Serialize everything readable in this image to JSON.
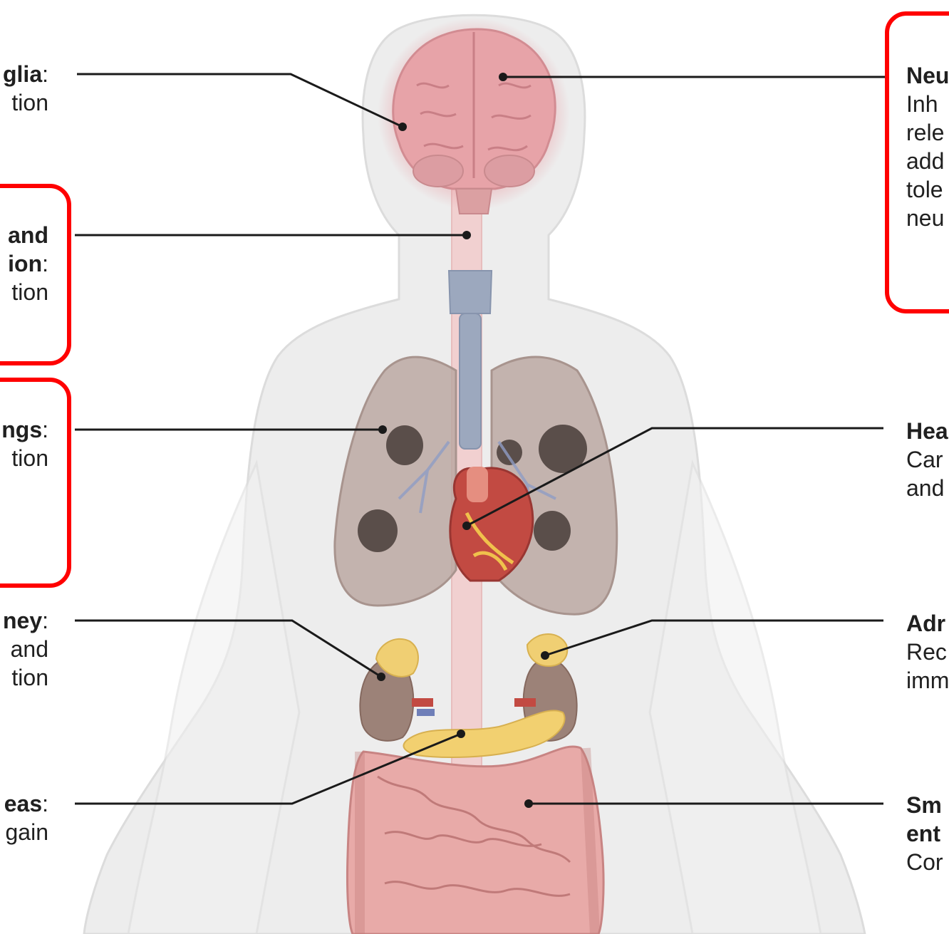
{
  "labels": {
    "ganglia": {
      "title": "glia",
      "colon": ":",
      "lines": [
        "tion"
      ]
    },
    "spinal": {
      "title_lines": [
        "and",
        "ion"
      ],
      "colon": ":",
      "lines": [
        "tion"
      ]
    },
    "lungs": {
      "title": "ngs",
      "colon": ":",
      "lines": [
        "tion"
      ]
    },
    "kidney": {
      "title": "ney",
      "colon": ":",
      "lines": [
        "and",
        "tion"
      ]
    },
    "pancreas": {
      "title": "eas",
      "colon": ":",
      "lines": [
        "gain"
      ]
    },
    "neuro": {
      "title": "Neu",
      "lines": [
        "Inh",
        "rele",
        "add",
        "tole",
        "neu"
      ]
    },
    "heart": {
      "title": "Hea",
      "lines": [
        "Car",
        "and"
      ]
    },
    "adrenal": {
      "title": "Adr",
      "lines": [
        "Rec",
        "imm"
      ]
    },
    "small_int": {
      "title_lines": [
        "Sm",
        "ent"
      ],
      "lines": [
        "Cor"
      ]
    }
  },
  "colors": {
    "highlight": "#ff0000",
    "leader_line": "#1a1a1a",
    "body_silhouette": "#ececec",
    "brain": "#e9a9ad",
    "lungs": "#b9a8a2",
    "trachea": "#9aa6bd",
    "heart": "#c2453f",
    "intestine": "#e3a4a4",
    "pancreas": "#f2d070",
    "kidney": "#9c8278",
    "adrenal": "#f0cf73"
  }
}
